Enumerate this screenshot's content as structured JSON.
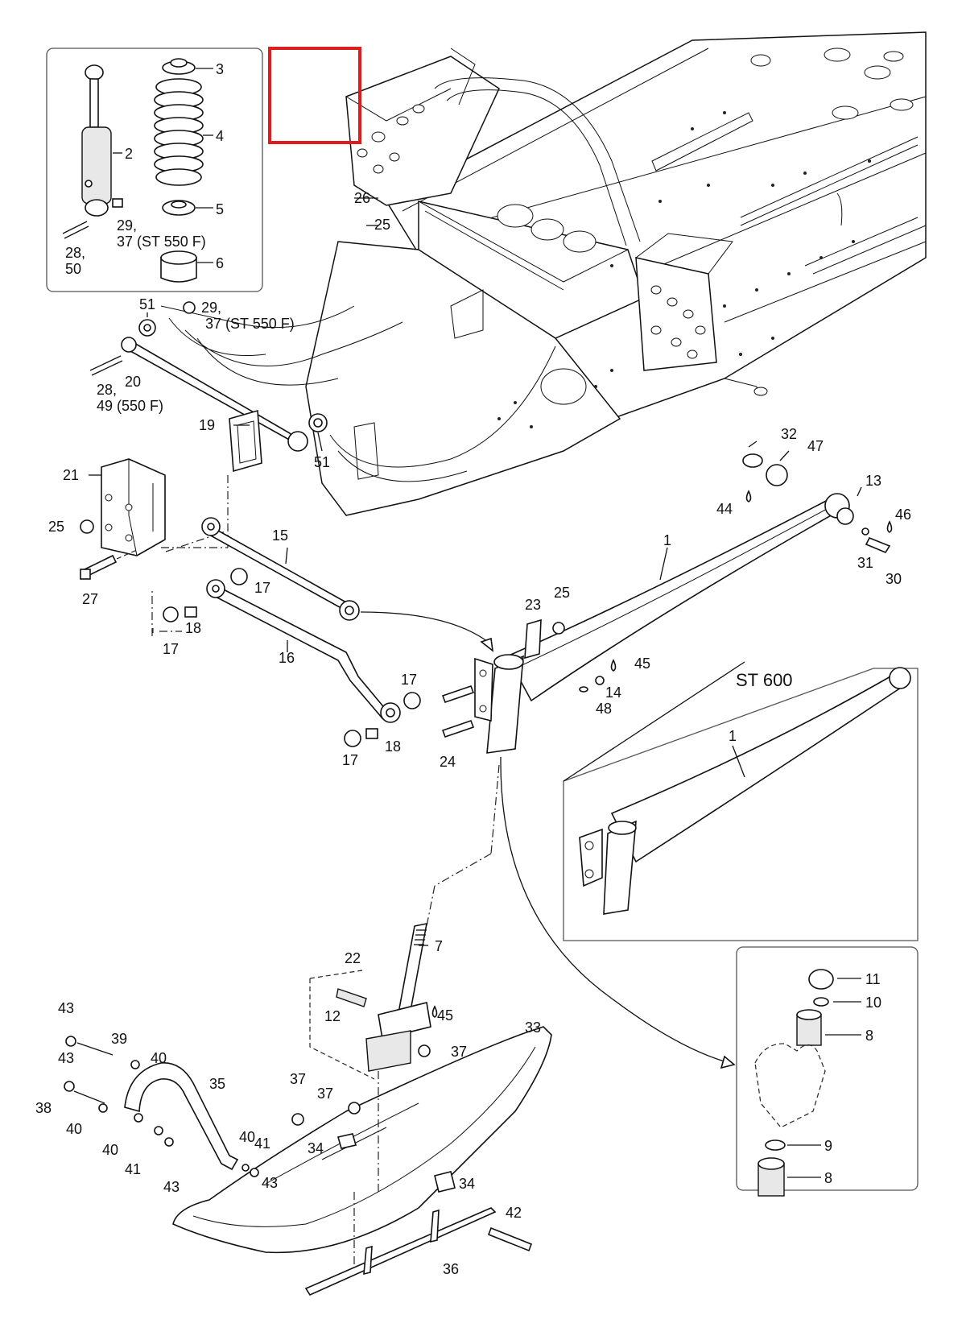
{
  "labels": {
    "l1a": "1",
    "l1b": "1",
    "l2": "2",
    "l3": "3",
    "l4": "4",
    "l5": "5",
    "l6": "6",
    "l7": "7",
    "l8a": "8",
    "l8b": "8",
    "l9": "9",
    "l10": "10",
    "l11": "11",
    "l12": "12",
    "l13": "13",
    "l14": "14",
    "l15": "15",
    "l16": "16",
    "l17a": "17",
    "l17b": "17",
    "l17c": "17",
    "l17d": "17",
    "l18a": "18",
    "l18b": "18",
    "l19": "19",
    "l20": "20",
    "l21": "21",
    "l22": "22",
    "l23": "23",
    "l24": "24",
    "l25a": "25",
    "l25b": "25",
    "l25c": "25",
    "l26": "26",
    "l27": "27",
    "l28a": "28,",
    "l28b": "50",
    "l29a": "29,",
    "l29b": "37 (ST 550 F)",
    "l28c": "28,",
    "l28d": "49 (550 F)",
    "l29c": "29,",
    "l29d": "37 (ST 550 F)",
    "l30": "30",
    "l31": "31",
    "l32": "32",
    "l33": "33",
    "l34a": "34",
    "l34b": "34",
    "l35": "35",
    "l36": "36",
    "l37a": "37",
    "l37b": "37",
    "l37c": "37",
    "l38": "38",
    "l39": "39",
    "l40a": "40",
    "l40b": "40",
    "l40c": "40",
    "l40d": "40",
    "l41a": "41",
    "l41b": "41",
    "l42": "42",
    "l43a": "43",
    "l43b": "43",
    "l43c": "43",
    "l43d": "43",
    "l44": "44",
    "l45a": "45",
    "l45b": "45",
    "l46": "46",
    "l47": "47",
    "l48": "48",
    "l51a": "51",
    "l51b": "51"
  },
  "inset_variant": {
    "title": "ST 600",
    "label": "1"
  },
  "colors": {
    "highlight": "#e01b1b",
    "line": "#111111"
  }
}
